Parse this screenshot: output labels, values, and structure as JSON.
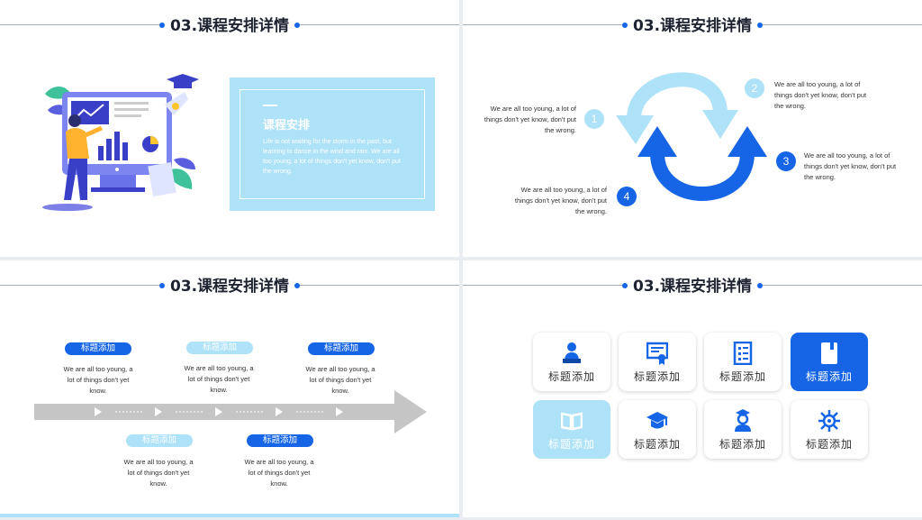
{
  "header_title": "03.课程安排详情",
  "slide1": {
    "card_title": "课程安排",
    "card_body": "Life is not waiting for the storm in the past, but learning to dance in the wind and rain. We are all too young, a lot of things don't yet know, don't put the wrong."
  },
  "slide2": {
    "items": [
      {
        "num": "1",
        "text": "We are all too young, a lot of things don't yet know, don't put the wrong."
      },
      {
        "num": "2",
        "text": "We are all too young, a lot of things don't yet know, don't put the wrong."
      },
      {
        "num": "3",
        "text": "We are all too young, a lot of things don't yet know, don't put the wrong."
      },
      {
        "num": "4",
        "text": "We are all too young, a lot of things don't yet know, don't put the wrong."
      }
    ]
  },
  "slide3": {
    "top": [
      {
        "label": "标题添加",
        "text": "We are all too young, a lot of things don't yet know."
      },
      {
        "label": "标题添加",
        "text": "We are all too young, a lot of things don't yet know."
      },
      {
        "label": "标题添加",
        "text": "We are all too young, a lot of things don't yet know."
      }
    ],
    "bottom": [
      {
        "label": "标题添加",
        "text": "We are all too young, a lot of things don't yet know."
      },
      {
        "label": "标题添加",
        "text": "We are all too young, a lot of things don't yet know."
      }
    ]
  },
  "slide4": {
    "tiles": [
      {
        "label": "标题添加",
        "icon": "person-laptop-icon"
      },
      {
        "label": "标题添加",
        "icon": "certificate-icon"
      },
      {
        "label": "标题添加",
        "icon": "checklist-icon"
      },
      {
        "label": "标题添加",
        "icon": "book-icon"
      },
      {
        "label": "标题添加",
        "icon": "open-book-icon"
      },
      {
        "label": "标题添加",
        "icon": "graduation-cap-icon"
      },
      {
        "label": "标题添加",
        "icon": "student-icon"
      },
      {
        "label": "标题添加",
        "icon": "virus-gear-icon"
      }
    ]
  },
  "colors": {
    "blue": "#1565e6",
    "light_blue": "#aee2f8",
    "grey_arrow": "#c5c5c5"
  }
}
